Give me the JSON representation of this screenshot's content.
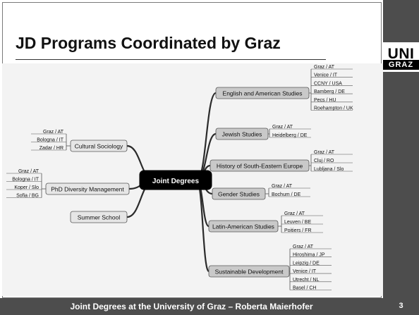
{
  "slide": {
    "title": "JD Programs Coordinated by Graz",
    "footer": "Joint Degrees at the University of Graz – Roberta Maierhofer",
    "page_number": "3"
  },
  "logo": {
    "top": "UNI",
    "bottom": "GRAZ"
  },
  "mindmap": {
    "center": "Joint Degrees",
    "right_branches": [
      {
        "label": "English and American Studies",
        "partners": [
          "Graz / AT",
          "Venice / IT",
          "CCNY / USA",
          "Bamberg / DE",
          "Pecs / HU",
          "Roehampton / UK"
        ]
      },
      {
        "label": "Jewish Studies",
        "partners": [
          "Graz / AT",
          "Heidelberg / DE"
        ]
      },
      {
        "label": "History of South-Eastern Europe",
        "partners": [
          "Graz / AT",
          "Cluj / RO",
          "Lubljana / Slo"
        ]
      },
      {
        "label": "Gender Studies",
        "partners": [
          "Graz / AT",
          "Bochum / DE"
        ]
      },
      {
        "label": "Latin-American Studies",
        "partners": [
          "Graz / AT",
          "Leuven / BE",
          "Poitiers / FR"
        ]
      },
      {
        "label": "Sustainable Development",
        "partners": [
          "Graz / AT",
          "Hiroshima / JP",
          "Leipzig / DE",
          "Venice / IT",
          "Utrecht / NL",
          "Basel / CH"
        ]
      }
    ],
    "left_branches": [
      {
        "label": "Cultural Sociology",
        "partners": [
          "Graz / AT",
          "Bologna / IT",
          "Zadar / HR"
        ]
      },
      {
        "label": "PhD Diversity Management",
        "partners": [
          "Graz / AT",
          "Bologna / IT",
          "Koper / Slo",
          "Sofia / BG"
        ]
      },
      {
        "label": "Summer School",
        "partners": []
      }
    ]
  }
}
